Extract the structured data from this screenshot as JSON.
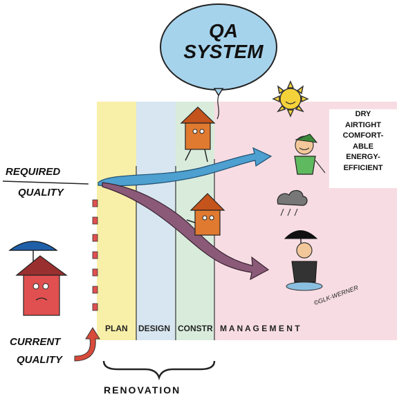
{
  "balloon": {
    "line1": "QA",
    "line2": "SYSTEM"
  },
  "levels": {
    "required_line1": "REQUIRED",
    "required_line2": "QUALITY",
    "current_line1": "CURRENT",
    "current_line2": "QUALITY"
  },
  "phases": [
    "PLAN",
    "DESIGN",
    "CONSTR",
    "M A N A G E M E N T"
  ],
  "outcomes": [
    "DRY",
    "AIRTIGHT",
    "COMFORT-",
    "ABLE",
    "ENERGY-",
    "EFFICIENT"
  ],
  "brace_label": "RENOVATION",
  "signature": "©GLK-WERNER",
  "colors": {
    "plan": "#f8efa8",
    "design": "#d7e6f0",
    "construction": "#d9ecdc",
    "management": "#f7dde3",
    "balloon": "#a6d3ec",
    "arrow_up": "#4da0d0",
    "arrow_down": "#8a5a78",
    "house": "#e07a30",
    "current_arrow": "#d84a3a"
  },
  "icons": [
    "balloon-icon",
    "sun-icon",
    "rain-cloud-icon",
    "umbrella-icon",
    "house-character-icon",
    "happy-person-icon",
    "sad-person-icon"
  ]
}
